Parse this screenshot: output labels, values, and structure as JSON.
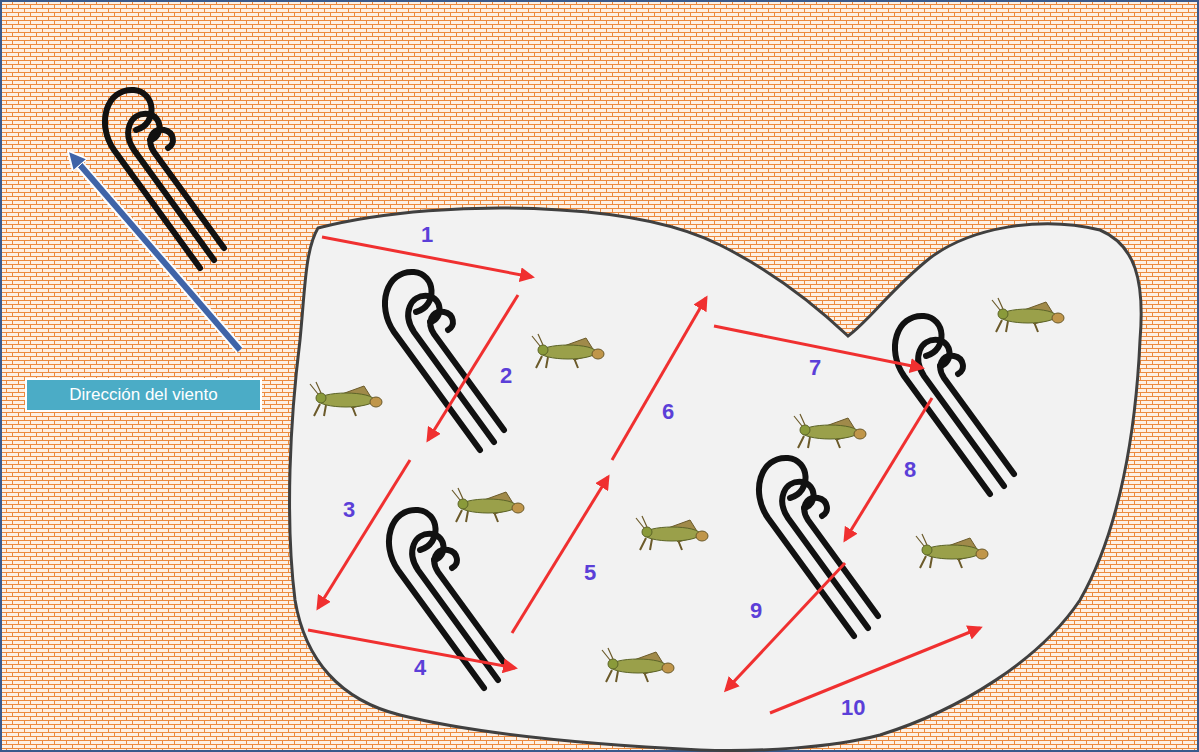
{
  "diagram": {
    "nodes": [
      {
        "text": [
          "Dirección del viento"
        ]
      }
    ],
    "labels": [
      "1",
      "2",
      "3",
      "4",
      "5",
      "6",
      "7",
      "8",
      "9",
      "10"
    ]
  }
}
